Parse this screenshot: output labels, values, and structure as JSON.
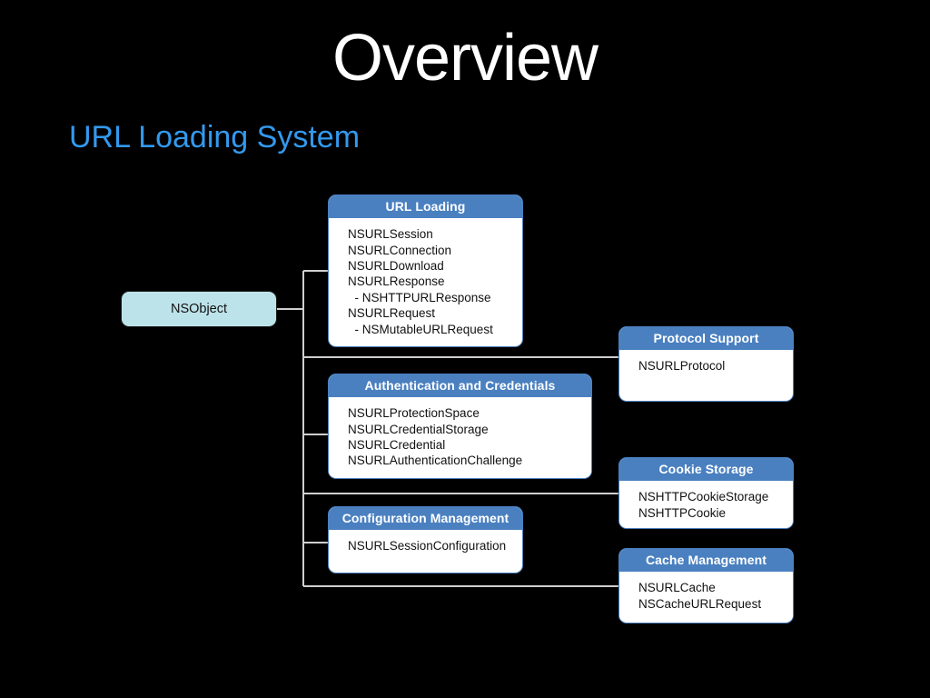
{
  "slide": {
    "title": "Overview",
    "subtitle": "URL Loading System",
    "background_color": "#000000",
    "title_color": "#ffffff",
    "subtitle_color": "#3399ee"
  },
  "diagram": {
    "root": {
      "label": "NSObject",
      "fill_color": "#bde3ea",
      "border_color": "#1b1b1b"
    },
    "header_color": "#4a80c0",
    "body_color": "#ffffff",
    "connector_color": "#cfcfcf",
    "cards": [
      {
        "id": "url-loading",
        "title": "URL Loading",
        "items": [
          "NSURLSession",
          "NSURLConnection",
          "NSURLDownload",
          "NSURLResponse",
          "  - NSHTTPURLResponse",
          "NSURLRequest",
          "  - NSMutableURLRequest"
        ]
      },
      {
        "id": "protocol-support",
        "title": "Protocol Support",
        "items": [
          "NSURLProtocol"
        ]
      },
      {
        "id": "authentication-and-credentials",
        "title": "Authentication and Credentials",
        "items": [
          "NSURLProtectionSpace",
          "NSURLCredentialStorage",
          "NSURLCredential",
          "NSURLAuthenticationChallenge"
        ]
      },
      {
        "id": "cookie-storage",
        "title": "Cookie Storage",
        "items": [
          "NSHTTPCookieStorage",
          "NSHTTPCookie"
        ]
      },
      {
        "id": "configuration-management",
        "title": "Configuration Management",
        "items": [
          "NSURLSessionConfiguration"
        ]
      },
      {
        "id": "cache-management",
        "title": "Cache Management",
        "items": [
          "NSURLCache",
          "NSCacheURLRequest"
        ]
      }
    ]
  }
}
